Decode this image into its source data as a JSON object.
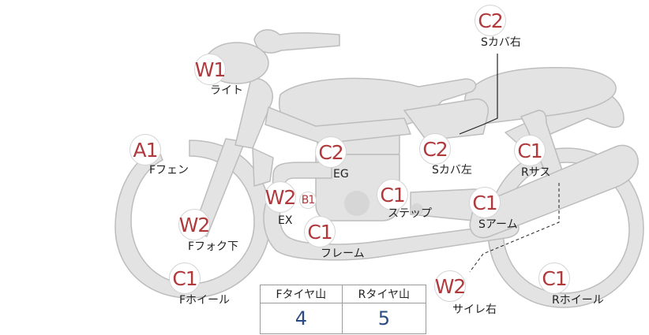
{
  "inspection_points": [
    {
      "id": "s-cover-right",
      "code": "C2",
      "label": "Sカバ右"
    },
    {
      "id": "light",
      "code": "W1",
      "label": "ライト"
    },
    {
      "id": "front-fender",
      "code": "A1",
      "label": "Fフェン"
    },
    {
      "id": "engine",
      "code": "C2",
      "label": "EG"
    },
    {
      "id": "s-cover-left",
      "code": "C2",
      "label": "Sカバ左"
    },
    {
      "id": "rear-suspension",
      "code": "C1",
      "label": "Rサス"
    },
    {
      "id": "exhaust",
      "code": "W2",
      "code2": "B1",
      "label": "EX"
    },
    {
      "id": "step",
      "code": "C1",
      "label": "ステップ"
    },
    {
      "id": "swing-arm",
      "code": "C1",
      "label": "Sアーム"
    },
    {
      "id": "front-fork-lower",
      "code": "W2",
      "label": "Fフォク下"
    },
    {
      "id": "frame",
      "code": "C1",
      "label": "フレーム"
    },
    {
      "id": "muffler",
      "code": "W2",
      "label": "サイレ右"
    },
    {
      "id": "front-wheel",
      "code": "C1",
      "label": "Fホイール"
    },
    {
      "id": "rear-wheel",
      "code": "C1",
      "label": "Rホイール"
    }
  ],
  "tire_tread": {
    "front_header": "Fタイヤ山",
    "rear_header": "Rタイヤ山",
    "front_value": "4",
    "rear_value": "5"
  },
  "colors": {
    "marker_text": "#b0393c",
    "tread_value": "#2a4b86",
    "bike_fill": "#e3e3e3",
    "bike_stroke": "#bdbdbd"
  }
}
